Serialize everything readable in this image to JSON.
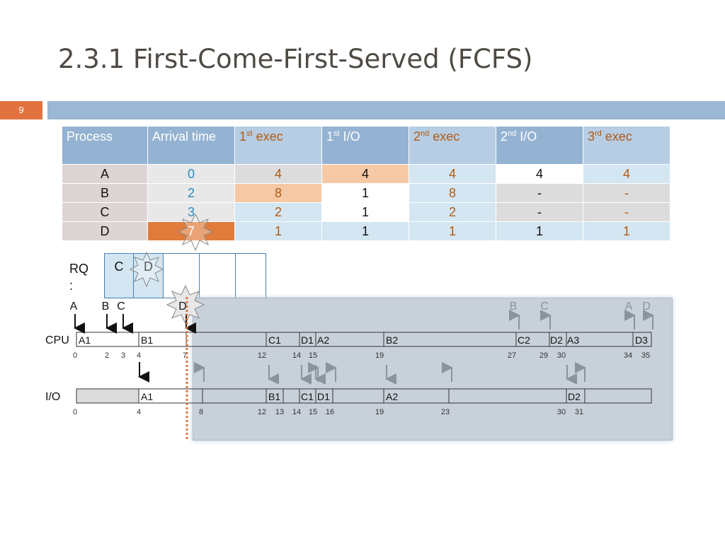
{
  "slide": {
    "title": "2.3.1 First-Come-First-Served (FCFS)",
    "number": "9"
  },
  "table": {
    "headers": {
      "process": "Process",
      "arrival": "Arrival time",
      "e1_num": "1",
      "e1_sup": "st",
      "e1_txt": " exec",
      "io1_num": "1",
      "io1_sup": "st",
      "io1_txt": " I/O",
      "e2_num": "2",
      "e2_sup": "nd",
      "e2_txt": " exec",
      "io2_num": "2",
      "io2_sup": "nd",
      "io2_txt": " I/O",
      "e3_num": "3",
      "e3_sup": "rd",
      "e3_txt": " exec"
    },
    "rows": [
      {
        "process": "A",
        "arrival": "0",
        "exec1": "4",
        "io1": "4",
        "exec2": "4",
        "io2": "4",
        "exec3": "4"
      },
      {
        "process": "B",
        "arrival": "2",
        "exec1": "8",
        "io1": "1",
        "exec2": "8",
        "io2": "-",
        "exec3": "-"
      },
      {
        "process": "C",
        "arrival": "3",
        "exec1": "2",
        "io1": "1",
        "exec2": "2",
        "io2": "-",
        "exec3": "-"
      },
      {
        "process": "D",
        "arrival": "7",
        "exec1": "1",
        "io1": "1",
        "exec2": "1",
        "io2": "1",
        "exec3": "1"
      }
    ]
  },
  "ready_queue": {
    "label_line1": "RQ",
    "label_line2": ":",
    "slots": [
      "C",
      "D",
      "",
      "",
      ""
    ]
  },
  "timeline": {
    "cpu_label": "CPU",
    "io_label": "I/O",
    "arrivals_top": [
      "A",
      "B",
      "C",
      "D",
      "B",
      "C",
      "A",
      "D"
    ],
    "cpu_blocks": [
      "A1",
      "B1",
      "C1",
      "D1",
      "A2",
      "B2",
      "C2",
      "D2",
      "A3",
      "D3"
    ],
    "cpu_ticks": [
      "0",
      "2",
      "3",
      "4",
      "7",
      "12",
      "14",
      "15",
      "19",
      "27",
      "29",
      "30",
      "34",
      "35"
    ],
    "io_blocks": [
      "A1",
      "B1",
      "C1",
      "D1",
      "A2",
      "D2"
    ],
    "io_ticks": [
      "0",
      "4",
      "8",
      "12",
      "13",
      "14",
      "15",
      "16",
      "19",
      "23",
      "30",
      "31"
    ]
  },
  "colors": {
    "accent_orange": "#e0733f",
    "header_blue": "#94b3d2",
    "arrival_blue": "#2e8bbf"
  }
}
